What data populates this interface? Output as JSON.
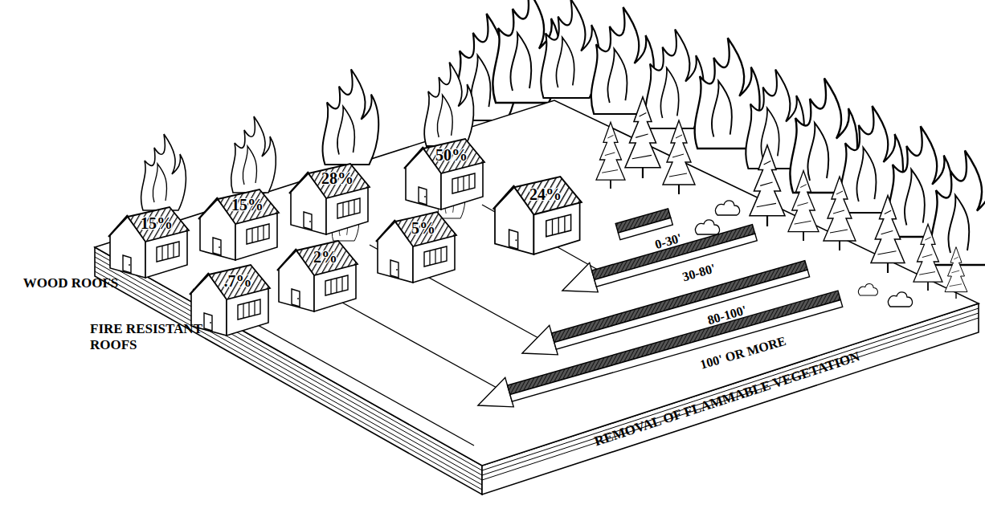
{
  "diagram": {
    "labels": [
      "50%",
      "28%",
      "24%",
      "15%",
      "15%",
      "5%",
      "2%",
      ".7%",
      "WOOD ROOFS",
      "FIRE RESISTANT ROOFS",
      "0-30'",
      "30-80'",
      "80-100'",
      "100' OR MORE",
      "REMOVAL OF FLAMMABLE VEGETATION"
    ]
  }
}
